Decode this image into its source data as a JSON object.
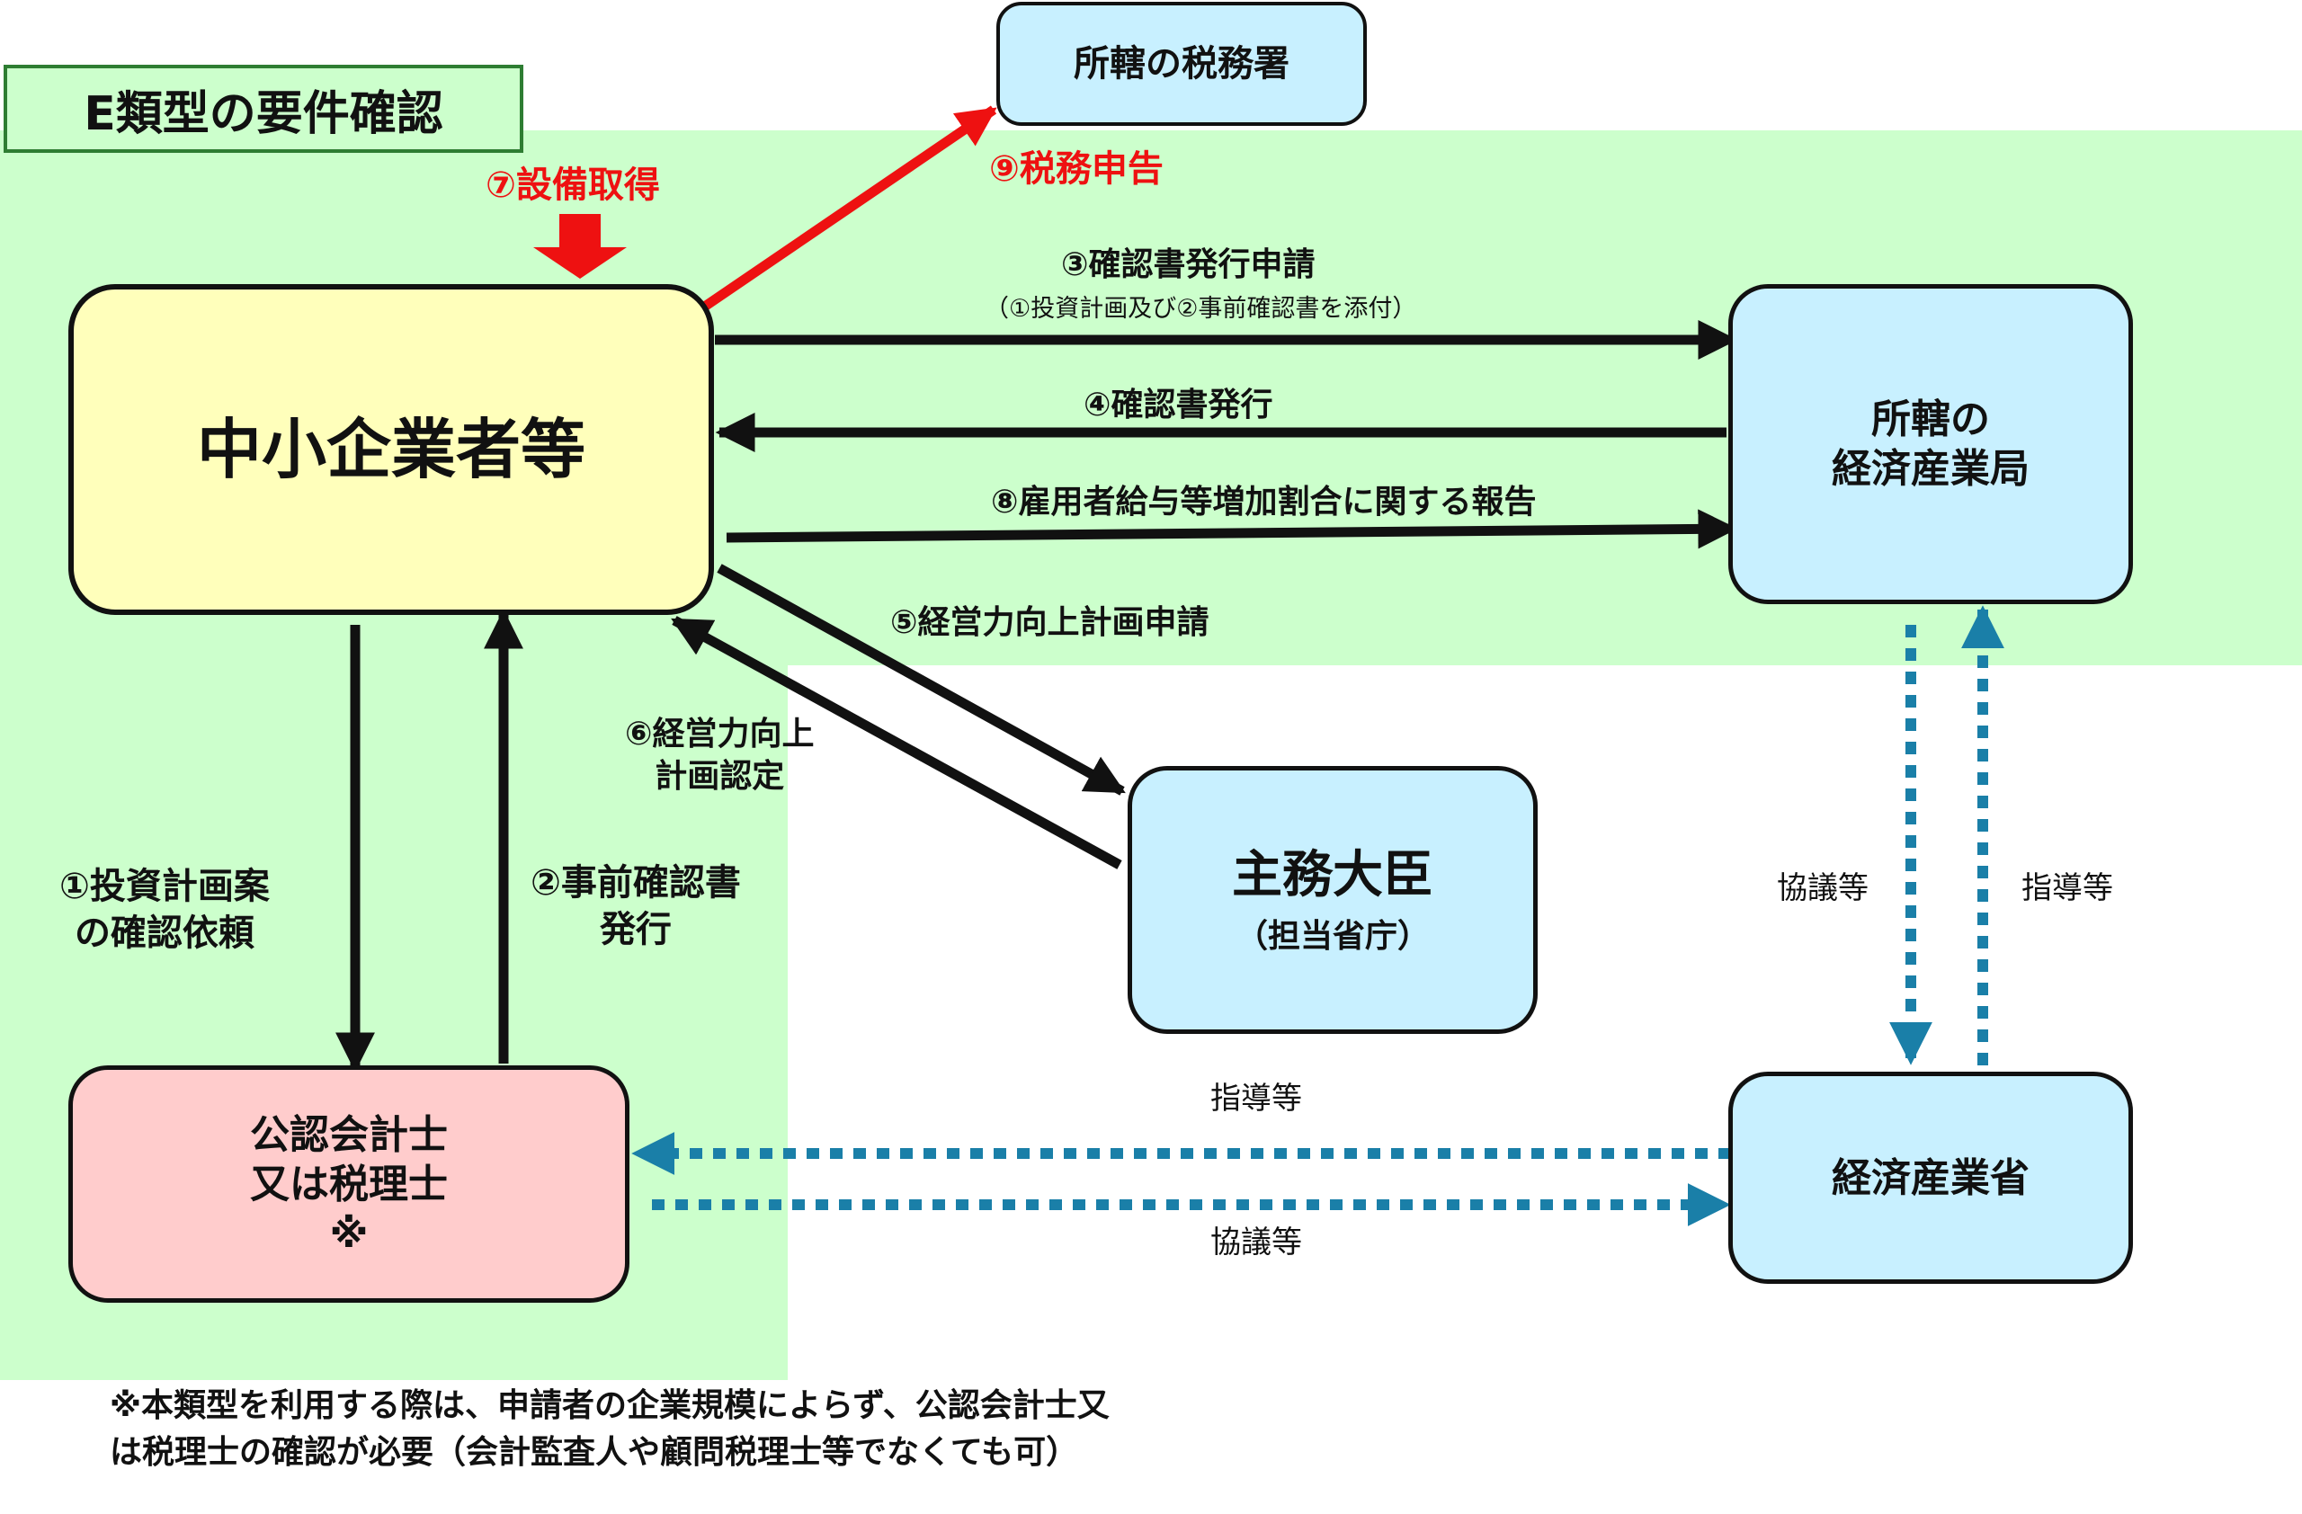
{
  "title": "E類型の要件確認",
  "nodes": {
    "sme": "中小企業者等",
    "tax_office": "所轄の税務署",
    "bureau_line1": "所轄の",
    "bureau_line2": "経済産業局",
    "minister_main": "主務大臣",
    "minister_sub": "（担当省庁）",
    "accountant_line1": "公認会計士",
    "accountant_line2": "又は税理士",
    "accountant_mark": "※",
    "meti": "経済産業省"
  },
  "edges": {
    "step1_line1": "①投資計画案",
    "step1_line2": "の確認依頼",
    "step2_line1": "②事前確認書",
    "step2_line2": "発行",
    "step3": "③確認書発行申請",
    "step3_sub": "（①投資計画及び②事前確認書を添付）",
    "step4": "④確認書発行",
    "step5": "⑤経営力向上計画申請",
    "step6_line1": "⑥経営力向上",
    "step6_line2": "計画認定",
    "step7": "⑦設備取得",
    "step8": "⑧雇用者給与等増加割合に関する報告",
    "step9": "⑨税務申告",
    "consult_bureau": "協議等",
    "guide_bureau": "指導等",
    "guide_accountant": "指導等",
    "consult_accountant": "協議等"
  },
  "footnote_line1": "※本類型を利用する際は、申請者の企業規模によらず、公認会計士又",
  "footnote_line2": "は税理士の確認が必要（会計監査人や顧問税理士等でなくても可）",
  "colors": {
    "green_band": "#ccffcc",
    "blue_box": "#c8f0ff",
    "yellow_box": "#ffffbb",
    "pink_box": "#ffcccc",
    "red_arrow": "#ee1111",
    "dotted_arrow": "#1a7fa8"
  }
}
